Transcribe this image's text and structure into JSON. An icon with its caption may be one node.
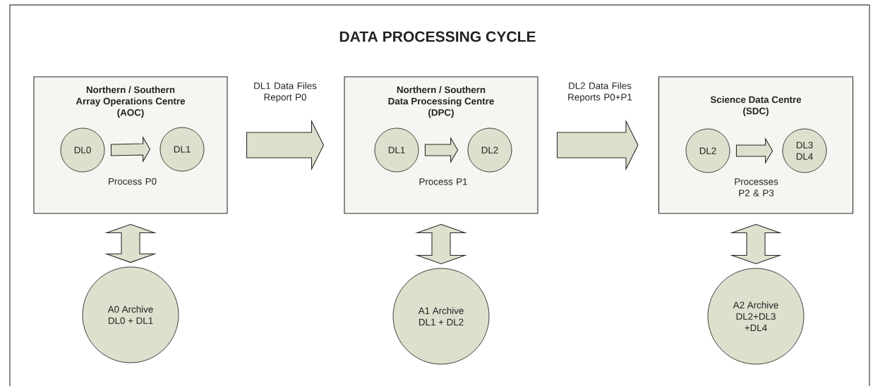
{
  "diagram": {
    "title": "DATA PROCESSING CYCLE",
    "nodes": [
      {
        "text": [
          "Northern / Southern Array Operations Centre (AOC)"
        ]
      },
      {
        "text": [
          "DL0"
        ],
        "in": 0
      },
      {
        "text": [
          "DL1"
        ],
        "in": 0
      },
      {
        "text": [
          "Northern / Southern Data Processing Centre (DPC)"
        ]
      },
      {
        "text": [
          "DL1"
        ],
        "in": 3
      },
      {
        "text": [
          "DL2"
        ],
        "in": 3
      },
      {
        "text": [
          "Science Data Centre (SDC)"
        ]
      },
      {
        "text": [
          "DL2"
        ],
        "in": 6
      },
      {
        "text": [
          "DL3 DL4"
        ],
        "in": 6
      },
      {
        "text": [
          "A0 Archive DL0 + DL1"
        ]
      },
      {
        "text": [
          "A1 Archive DL1 + DL2"
        ]
      },
      {
        "text": [
          "A2 Archive DL2+DL3 +DL4"
        ]
      }
    ],
    "edges": [
      {
        "from": 1,
        "to": 2,
        "arrow": "to",
        "label": "Process P0"
      },
      {
        "from": 0,
        "to": 3,
        "arrow": "to",
        "label": "DL1 Data Files Report P0"
      },
      {
        "from": 4,
        "to": 5,
        "arrow": "to",
        "label": "Process P1"
      },
      {
        "from": 3,
        "to": 6,
        "arrow": "to",
        "label": "DL2 Data Files Reports P0+P1"
      },
      {
        "from": 7,
        "to": 8,
        "arrow": "to",
        "label": "Processes P2 & P3"
      },
      {
        "from": 0,
        "to": 9,
        "arrow": "both"
      },
      {
        "from": 3,
        "to": 10,
        "arrow": "both"
      },
      {
        "from": 6,
        "to": 11,
        "arrow": "both"
      }
    ]
  }
}
